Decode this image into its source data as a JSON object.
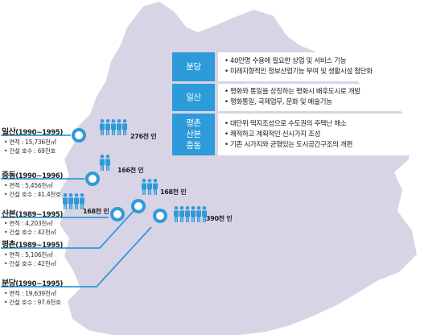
{
  "colors": {
    "map": "#d9d3e6",
    "accent": "#2d9bd9",
    "line": "#2d9bd9"
  },
  "cities": [
    {
      "name": "일산",
      "years": "(1990~1995)",
      "area": "• 면적 : 15,736천㎡",
      "houses": "• 건설 호수 : 69천호",
      "population": "276천 인"
    },
    {
      "name": "중동",
      "years": "(1990~1996)",
      "area": "• 면적 : 5,456천㎡",
      "houses": "• 건설 호수 : 41.4천호",
      "population": "166천 인"
    },
    {
      "name": "산본",
      "years": "(1989~1995)",
      "area": "• 면적 : 4,203천㎡",
      "houses": "• 건설 호수 : 42천㎡",
      "population": "168천 인"
    },
    {
      "name": "평촌",
      "years": "(1989~1995)",
      "area": "• 면적 : 5,106천㎡",
      "houses": "• 건설 호수 : 42천㎡",
      "population": "168천 인"
    },
    {
      "name": "분당",
      "years": "(1990~1995)",
      "area": "• 면적 : 19,639천㎡",
      "houses": "• 건설 호수 : 97.6천호",
      "population": "390천 인"
    }
  ],
  "info": [
    {
      "label": "분당",
      "lines": [
        "• 40만명 수용에 필요한 상업 및 서비스 기능",
        "• 미래지향적인 정보산업기능 부여 및 생활시설 첨단화"
      ]
    },
    {
      "label": "일산",
      "lines": [
        "• 평화와 통일을 상징하는 평화시 배후도시로 개발",
        "• 평화통일, 국제업무, 문화 및 예술기능"
      ]
    },
    {
      "label": "평촌\n산본\n중동",
      "lines": [
        "• 대단위 택지조성으로 수도권의 주택난 해소",
        "• 쾌적하고 계획적인 신시가지 조성",
        "• 기존 시가지와 균형있는 도시공간구조의 개편"
      ]
    }
  ]
}
